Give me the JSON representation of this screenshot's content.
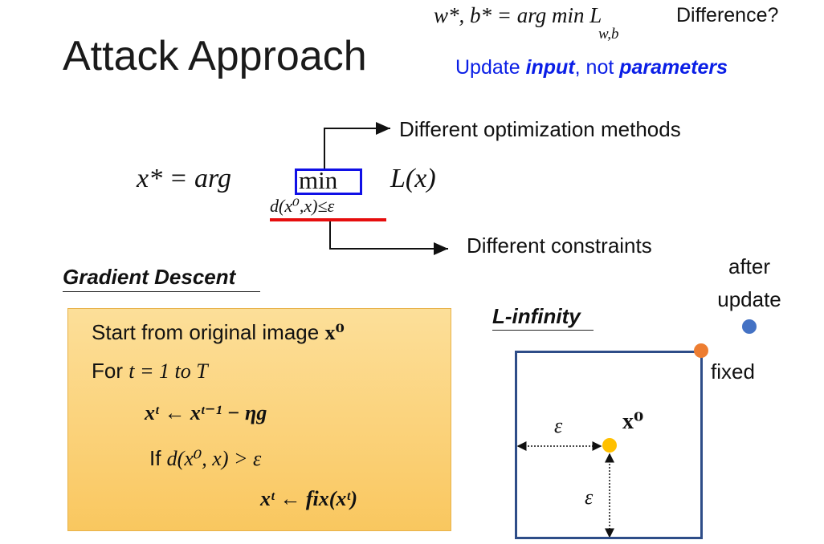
{
  "slide": {
    "title": "Attack Approach",
    "top_formula": "w*, b* = arg min L",
    "top_formula_sub": "w,b",
    "difference_question": "Difference?",
    "update_note": {
      "prefix": "Update ",
      "input_word": "input",
      "middle": ", not ",
      "parameters_word": "parameters"
    },
    "main_formula": {
      "lhs": "x* = arg",
      "min_word": "min",
      "constraint": "d(x⁰,x)≤ε",
      "loss": "L(x)"
    },
    "arrow_labels": {
      "methods": "Different optimization methods",
      "constraints": "Different constraints"
    },
    "gradient_descent": {
      "heading": "Gradient Descent",
      "line1_text": "Start from original image ",
      "line1_math": "x⁰",
      "line2_text": "For ",
      "line2_math": "t = 1 to T",
      "line3": "xᵗ ← xᵗ⁻¹ − ηg",
      "line4_text": "If ",
      "line4_math": "d(x⁰, x) > ε",
      "line5": "xᵗ ← fix(xᵗ)"
    },
    "l_infinity": {
      "heading": "L-infinity",
      "after_update": "after update",
      "fixed": "fixed",
      "epsilon_horizontal": "ε",
      "epsilon_vertical": "ε",
      "x0": "x⁰"
    },
    "colors": {
      "min_box": "#1010e6",
      "constraint_underline": "#e60d0d",
      "update_note": "#0a1ee6",
      "gd_box": "#fbd27a",
      "linf_box": "#2e4d88",
      "after_update_dot": "#4472c4",
      "fixed_dot": "#ed7d31",
      "x0_dot": "#ffc000"
    }
  }
}
